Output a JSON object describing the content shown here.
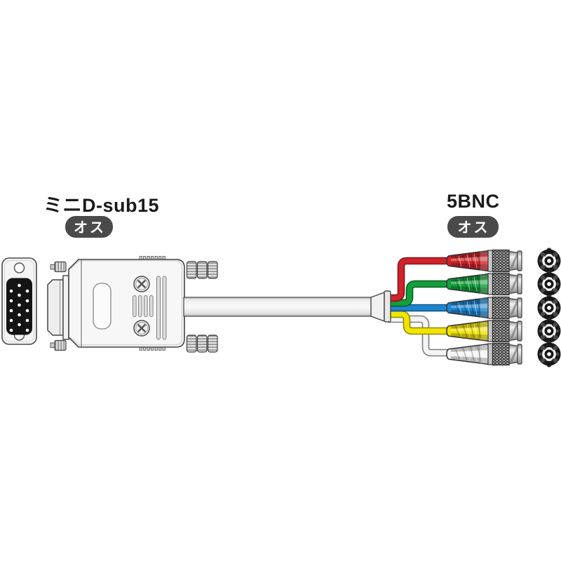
{
  "left_connector": {
    "title": "ミニD-sub15",
    "badge": "オス"
  },
  "right_connector": {
    "title": "5BNC",
    "badge": "オス"
  },
  "bnc_channels": [
    "red",
    "green",
    "blue",
    "yellow",
    "white"
  ],
  "icons": {
    "vga_front_view": "mini-dsub15-male-front-icon",
    "vga_side_view": "mini-dsub15-male-side-icon",
    "bnc_face_view": "bnc-plug-front-icon"
  },
  "colors": {
    "label_text": "#1a1a1a",
    "badge_bg": "#4a4a4a",
    "badge_text": "#ffffff",
    "outline": "#3f3f3f",
    "body_fill": "#f7f7f7",
    "metal_light": "#f2f2f2",
    "metal_mid": "#c9c9c9",
    "metal_dark": "#909090",
    "wire_red": "#d1232a",
    "wire_red_dark": "#84121c",
    "wire_green": "#12a03c",
    "wire_green_dark": "#085c1f",
    "wire_blue": "#1d85d0",
    "wire_blue_dark": "#0d4f82",
    "wire_yellow": "#f2e300",
    "wire_yellow_dark": "#8f8a00",
    "wire_white": "#f4f4f4",
    "wire_white_dark": "#7d7d7d"
  }
}
